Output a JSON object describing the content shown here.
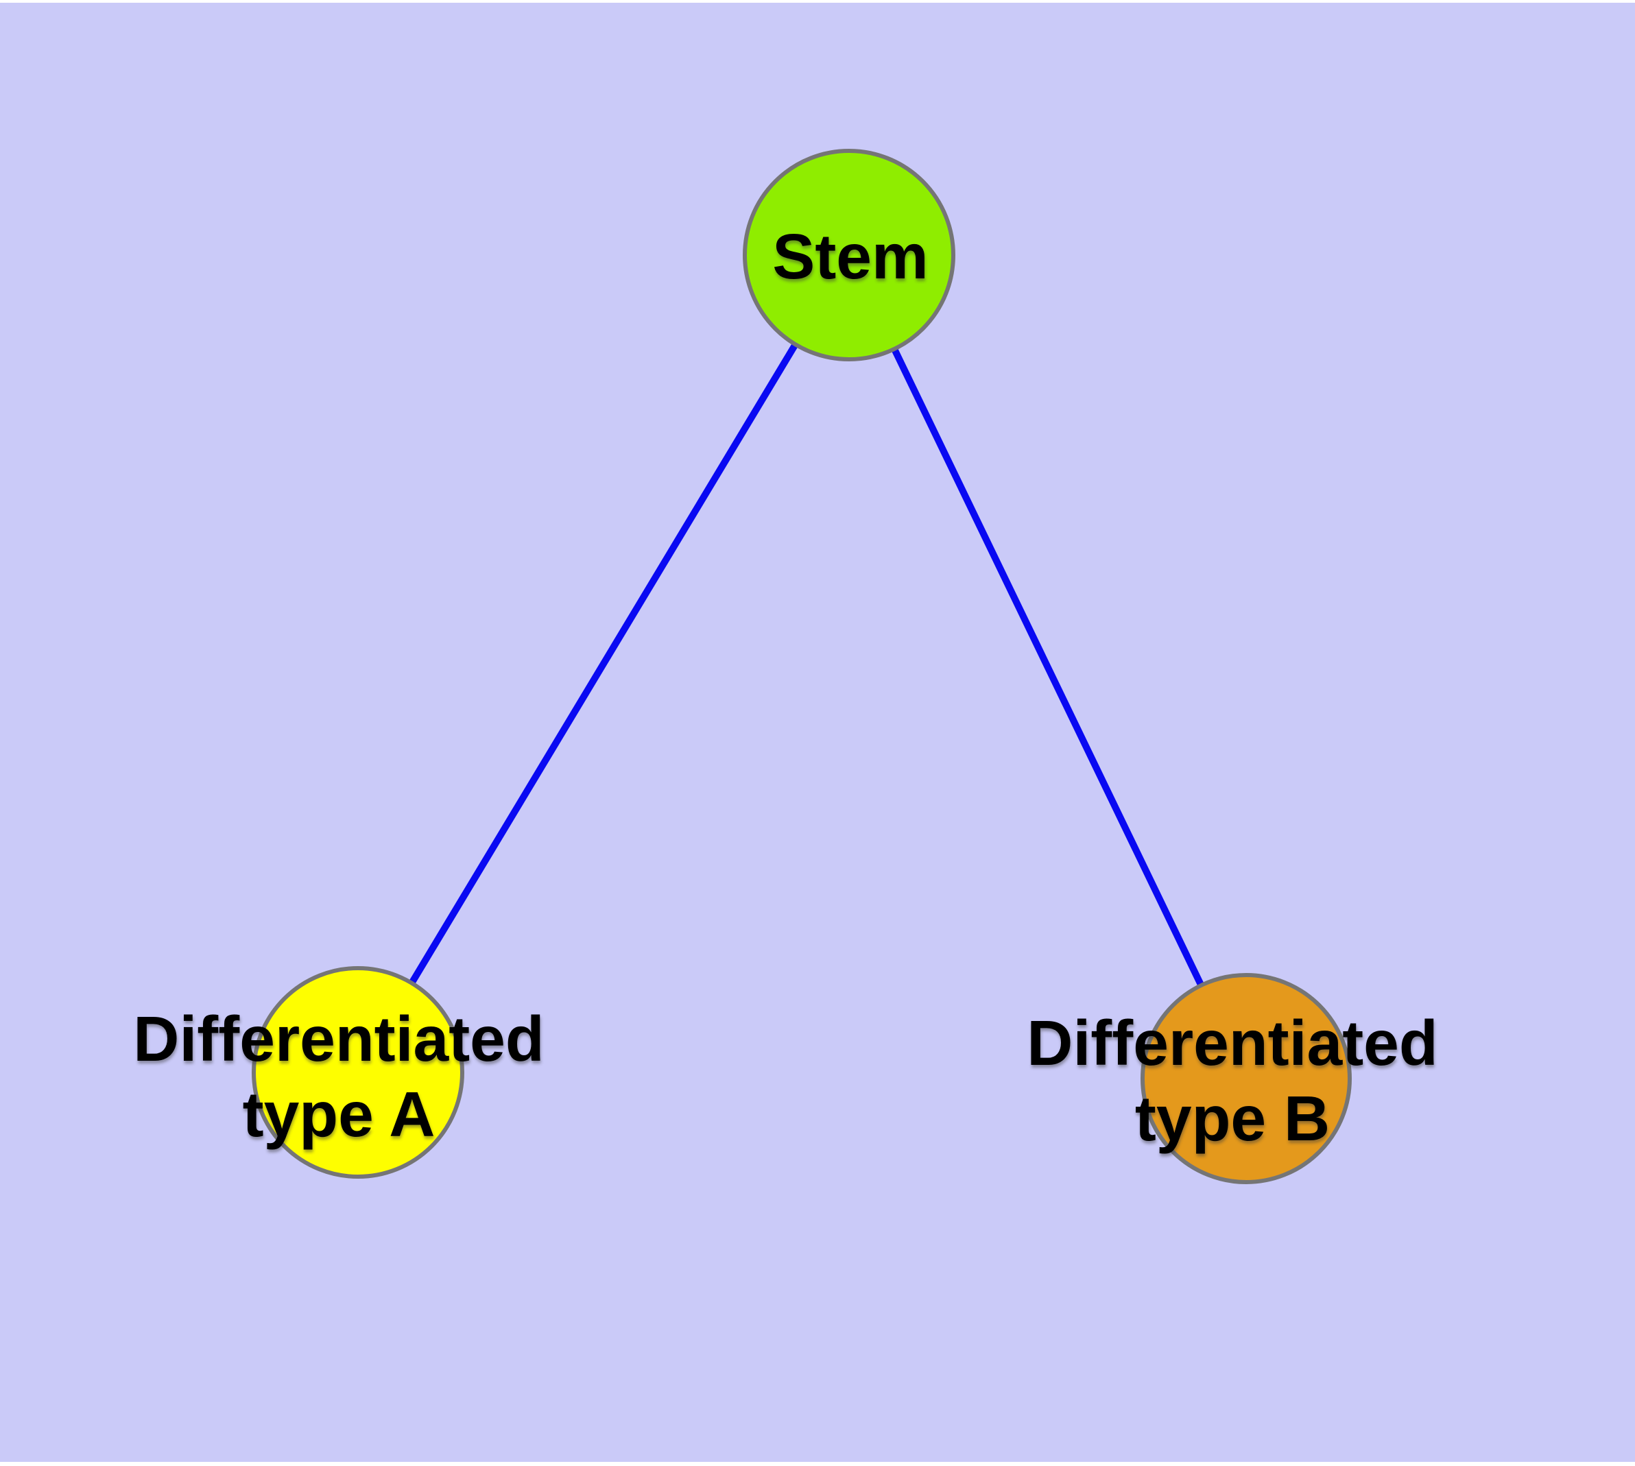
{
  "diagram": {
    "title": "",
    "background_color": "#cacaf8",
    "edge_color": "#0909f2",
    "node_border_color": "#757575",
    "label_color": "#000000",
    "nodes": {
      "stem": {
        "label": "Stem",
        "fill": "#8fed00",
        "shape": "circle"
      },
      "type_a": {
        "label": "Differentiated\ntype A",
        "fill": "#fefe00",
        "shape": "circle"
      },
      "type_b": {
        "label": "Differentiated\ntype B",
        "fill": "#e4991c",
        "shape": "circle"
      }
    },
    "edges": [
      {
        "from": "Stem",
        "to": "Differentiated type A"
      },
      {
        "from": "Stem",
        "to": "Differentiated type B"
      }
    ]
  }
}
